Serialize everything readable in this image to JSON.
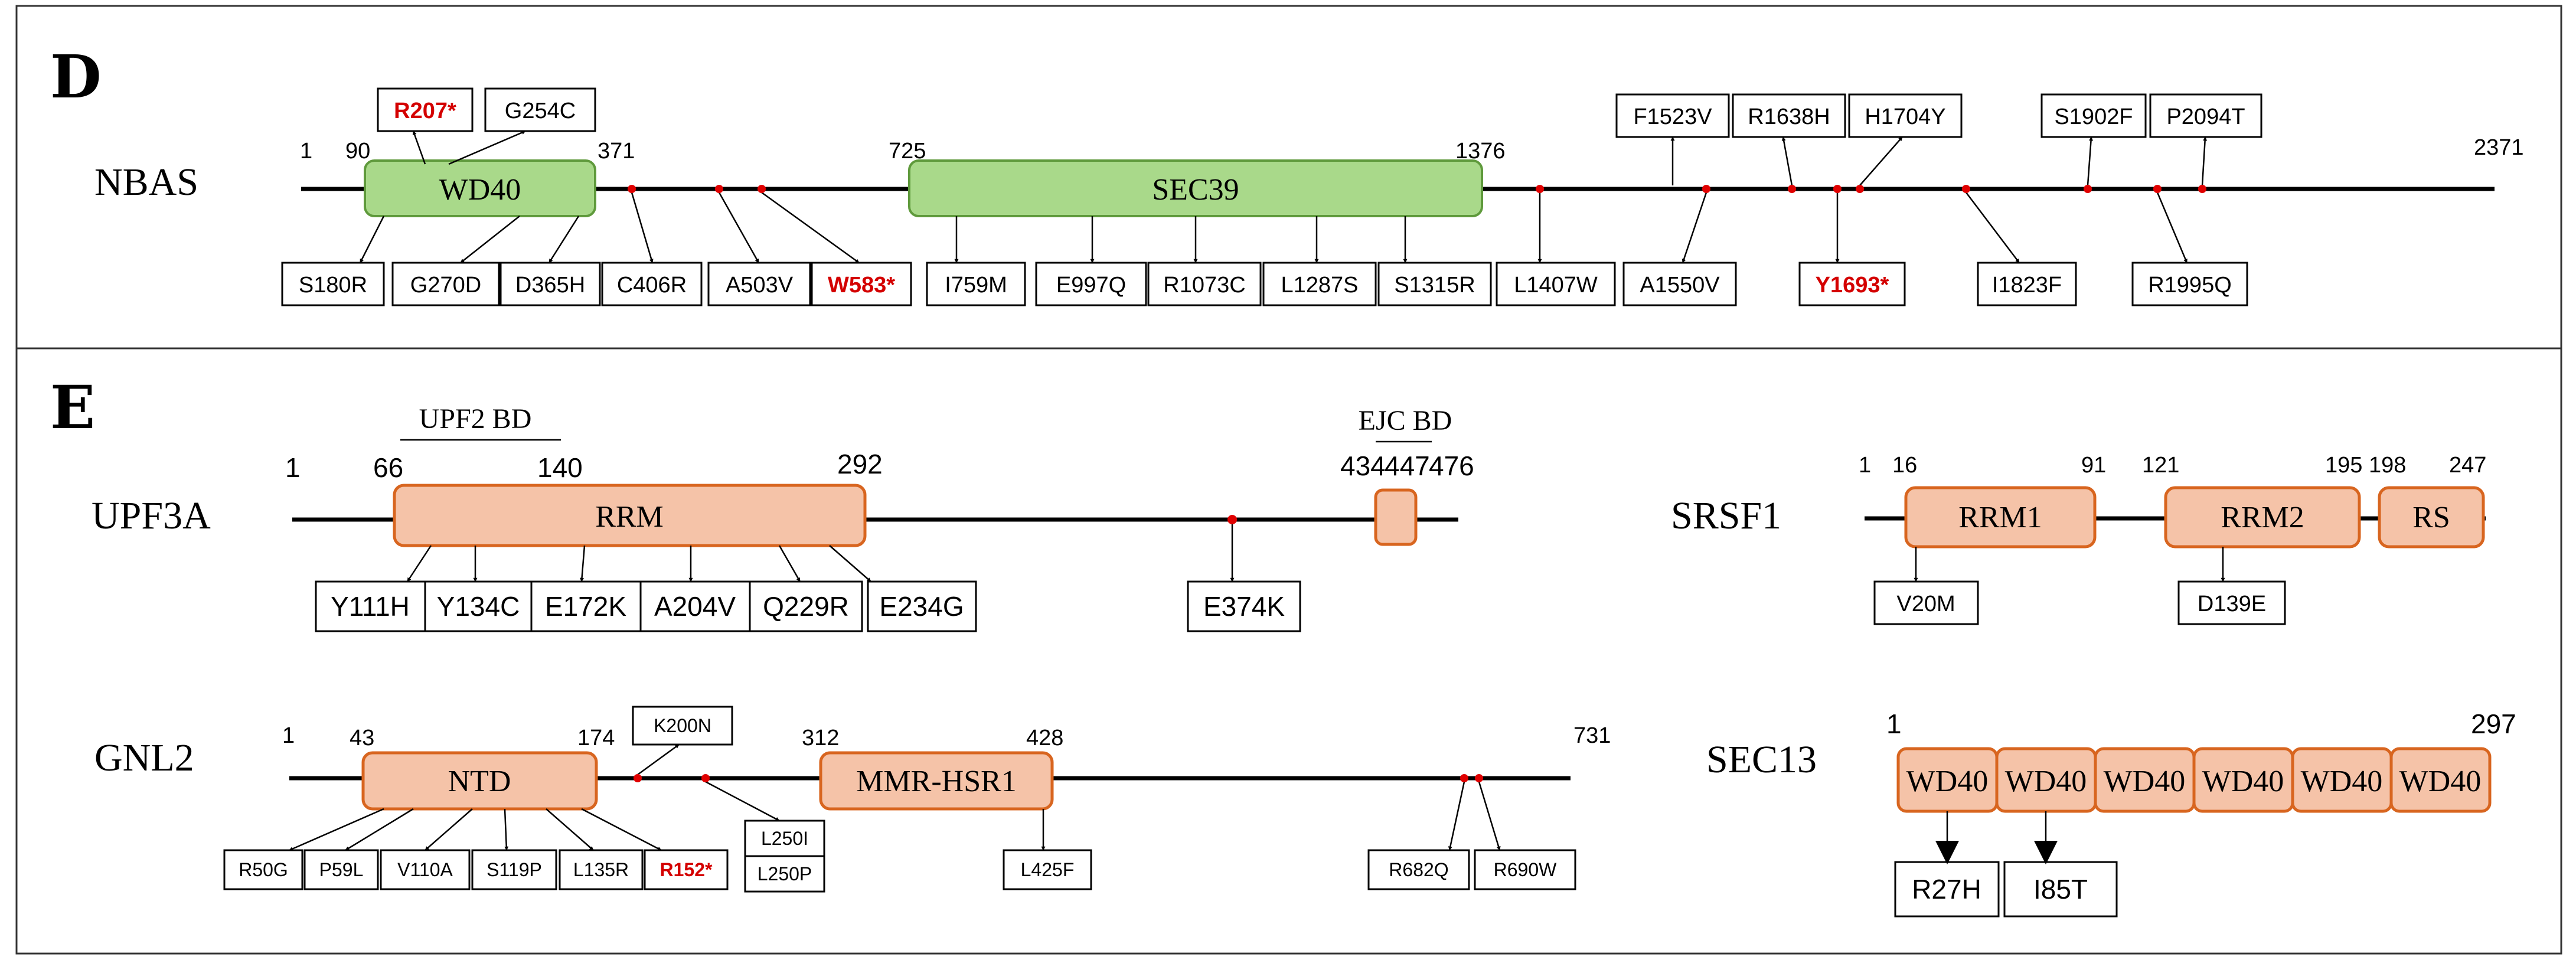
{
  "panels": {
    "d": "D",
    "e": "E"
  },
  "nbas": {
    "name": "NBAS",
    "pos": {
      "p1": "1",
      "p90": "90",
      "p371": "371",
      "p725": "725",
      "p1376": "1376",
      "p2371": "2371"
    },
    "domains": {
      "wd40": "WD40",
      "sec39": "SEC39"
    },
    "mut": {
      "r207": "R207*",
      "g254c": "G254C",
      "f1523v": "F1523V",
      "r1638h": "R1638H",
      "h1704y": "H1704Y",
      "s1902f": "S1902F",
      "p2094t": "P2094T",
      "s180r": "S180R",
      "g270d": "G270D",
      "d365h": "D365H",
      "c406r": "C406R",
      "a503v": "A503V",
      "w583": "W583*",
      "i759m": "I759M",
      "e997q": "E997Q",
      "r1073c": "R1073C",
      "l1287s": "L1287S",
      "s1315r": "S1315R",
      "l1407w": "L1407W",
      "a1550v": "A1550V",
      "y1693": "Y1693*",
      "i1823f": "I1823F",
      "r1995q": "R1995Q"
    }
  },
  "upf3a": {
    "name": "UPF3A",
    "bd": {
      "upf2": "UPF2 BD",
      "ejc": "EJC BD"
    },
    "pos": {
      "p1": "1",
      "p66": "66",
      "p140": "140",
      "p292": "292",
      "p434": "434",
      "p447": "447",
      "p476": "476"
    },
    "domains": {
      "rrm": "RRM"
    },
    "mut": {
      "y111h": "Y111H",
      "y134c": "Y134C",
      "e172k": "E172K",
      "a204v": "A204V",
      "q229r": "Q229R",
      "e234g": "E234G",
      "e374k": "E374K"
    }
  },
  "srsf1": {
    "name": "SRSF1",
    "pos": {
      "p1": "1",
      "p16": "16",
      "p91": "91",
      "p121": "121",
      "p195": "195",
      "p198": "198",
      "p247": "247"
    },
    "domains": {
      "rrm1": "RRM1",
      "rrm2": "RRM2",
      "rs": "RS"
    },
    "mut": {
      "v20m": "V20M",
      "d139e": "D139E"
    }
  },
  "gnl2": {
    "name": "GNL2",
    "pos": {
      "p1": "1",
      "p43": "43",
      "p174": "174",
      "p312": "312",
      "p428": "428",
      "p731": "731"
    },
    "domains": {
      "ntd": "NTD",
      "mmr": "MMR-HSR1"
    },
    "mut": {
      "k200n": "K200N",
      "l250i": "L250I",
      "l250p": "L250P",
      "r50g": "R50G",
      "p59l": "P59L",
      "v110a": "V110A",
      "s119p": "S119P",
      "l135r": "L135R",
      "r152": "R152*",
      "l425f": "L425F",
      "r682q": "R682Q",
      "r690w": "R690W"
    }
  },
  "sec13": {
    "name": "SEC13",
    "pos": {
      "p1": "1",
      "p297": "297"
    },
    "domains": {
      "wd40": "WD40"
    },
    "mut": {
      "r27h": "R27H",
      "i85t": "I85T"
    }
  }
}
